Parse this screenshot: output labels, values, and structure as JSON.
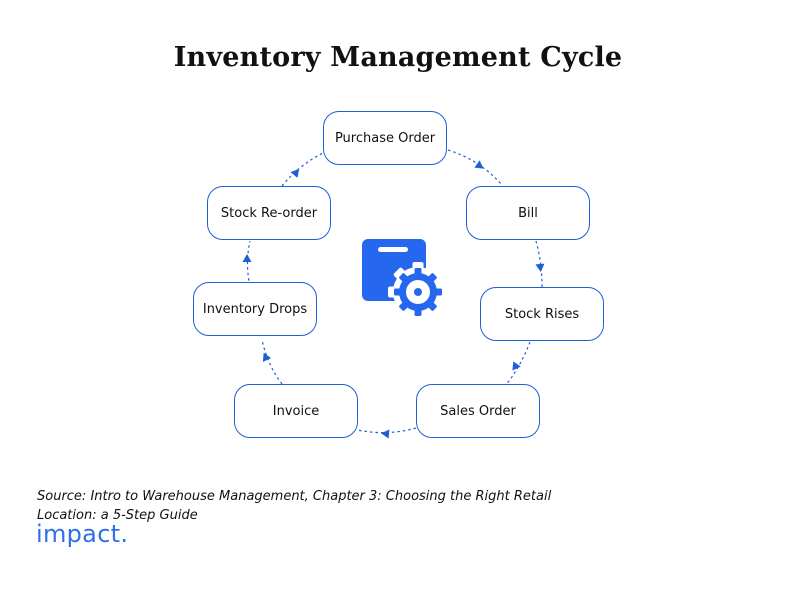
{
  "title": "Inventory Management Cycle",
  "nodes": {
    "purchase_order": "Purchase Order",
    "bill": "Bill",
    "stock_rises": "Stock Rises",
    "sales_order": "Sales Order",
    "invoice": "Invoice",
    "inventory_drops": "Inventory Drops",
    "stock_reorder": "Stock Re-order"
  },
  "center_icon": "inventory-box-gear-icon",
  "source": {
    "line1": "Source: Intro to Warehouse Management, Chapter 3: Choosing the Right Retail",
    "line2": "Location: a 5-Step Guide"
  },
  "logo": "impact.",
  "colors": {
    "accent": "#1f5fd6",
    "icon_blue": "#2667f0",
    "logo": "#2f6fe8"
  }
}
